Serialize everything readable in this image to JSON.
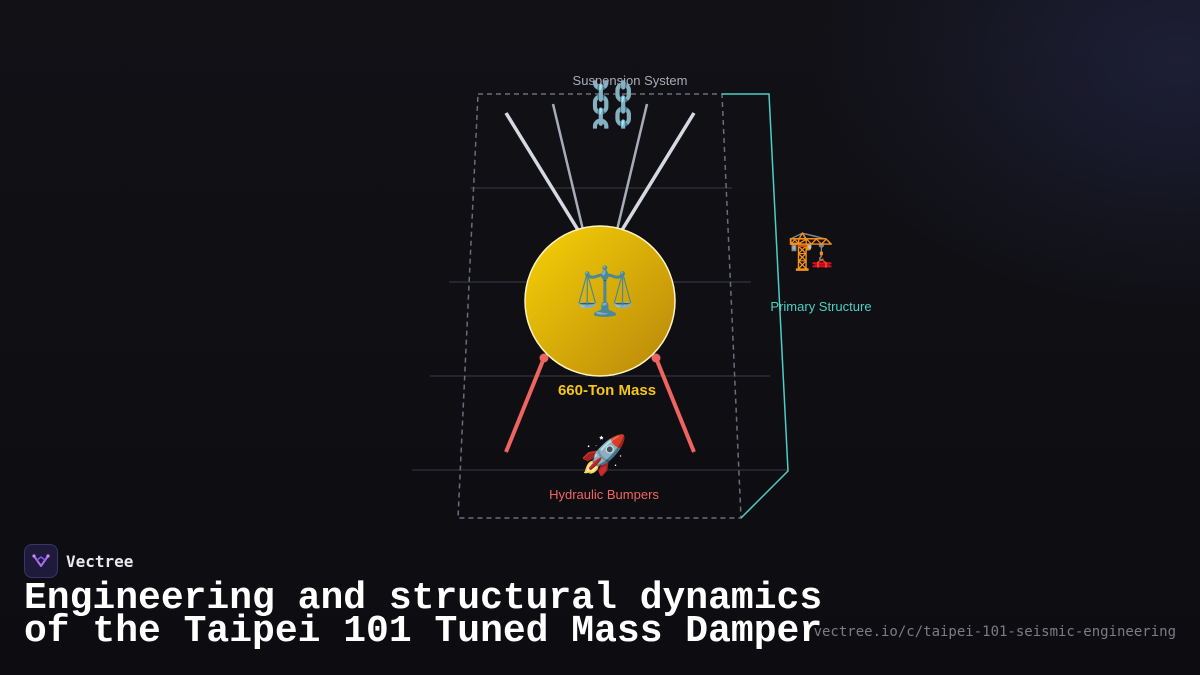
{
  "diagram": {
    "labels": {
      "suspension": "Suspension System",
      "mass": "660-Ton Mass",
      "primary_structure": "Primary Structure",
      "bumpers": "Hydraulic Bumpers"
    },
    "icons": {
      "suspension": "⛓️",
      "mass": "⚖️",
      "primary_structure": "🏗️",
      "bumpers": "🚀"
    },
    "colors": {
      "mass_fill_light": "#f5cf0b",
      "mass_fill_dark": "#b8870a",
      "mass_label": "#f5c518",
      "cables": "#c8ccd8",
      "bumpers": "#ef6461",
      "structure": "#4ecdc4",
      "frame": "#6a6e7c",
      "suspension_label": "#a8acb8"
    }
  },
  "brand": {
    "name": "Vectree",
    "logo_icon": "vectree-logo-icon"
  },
  "title": "Engineering and structural dynamics of the Taipei 101 Tuned Mass Damper",
  "url": "vectree.io/c/taipei-101-seismic-engineering"
}
